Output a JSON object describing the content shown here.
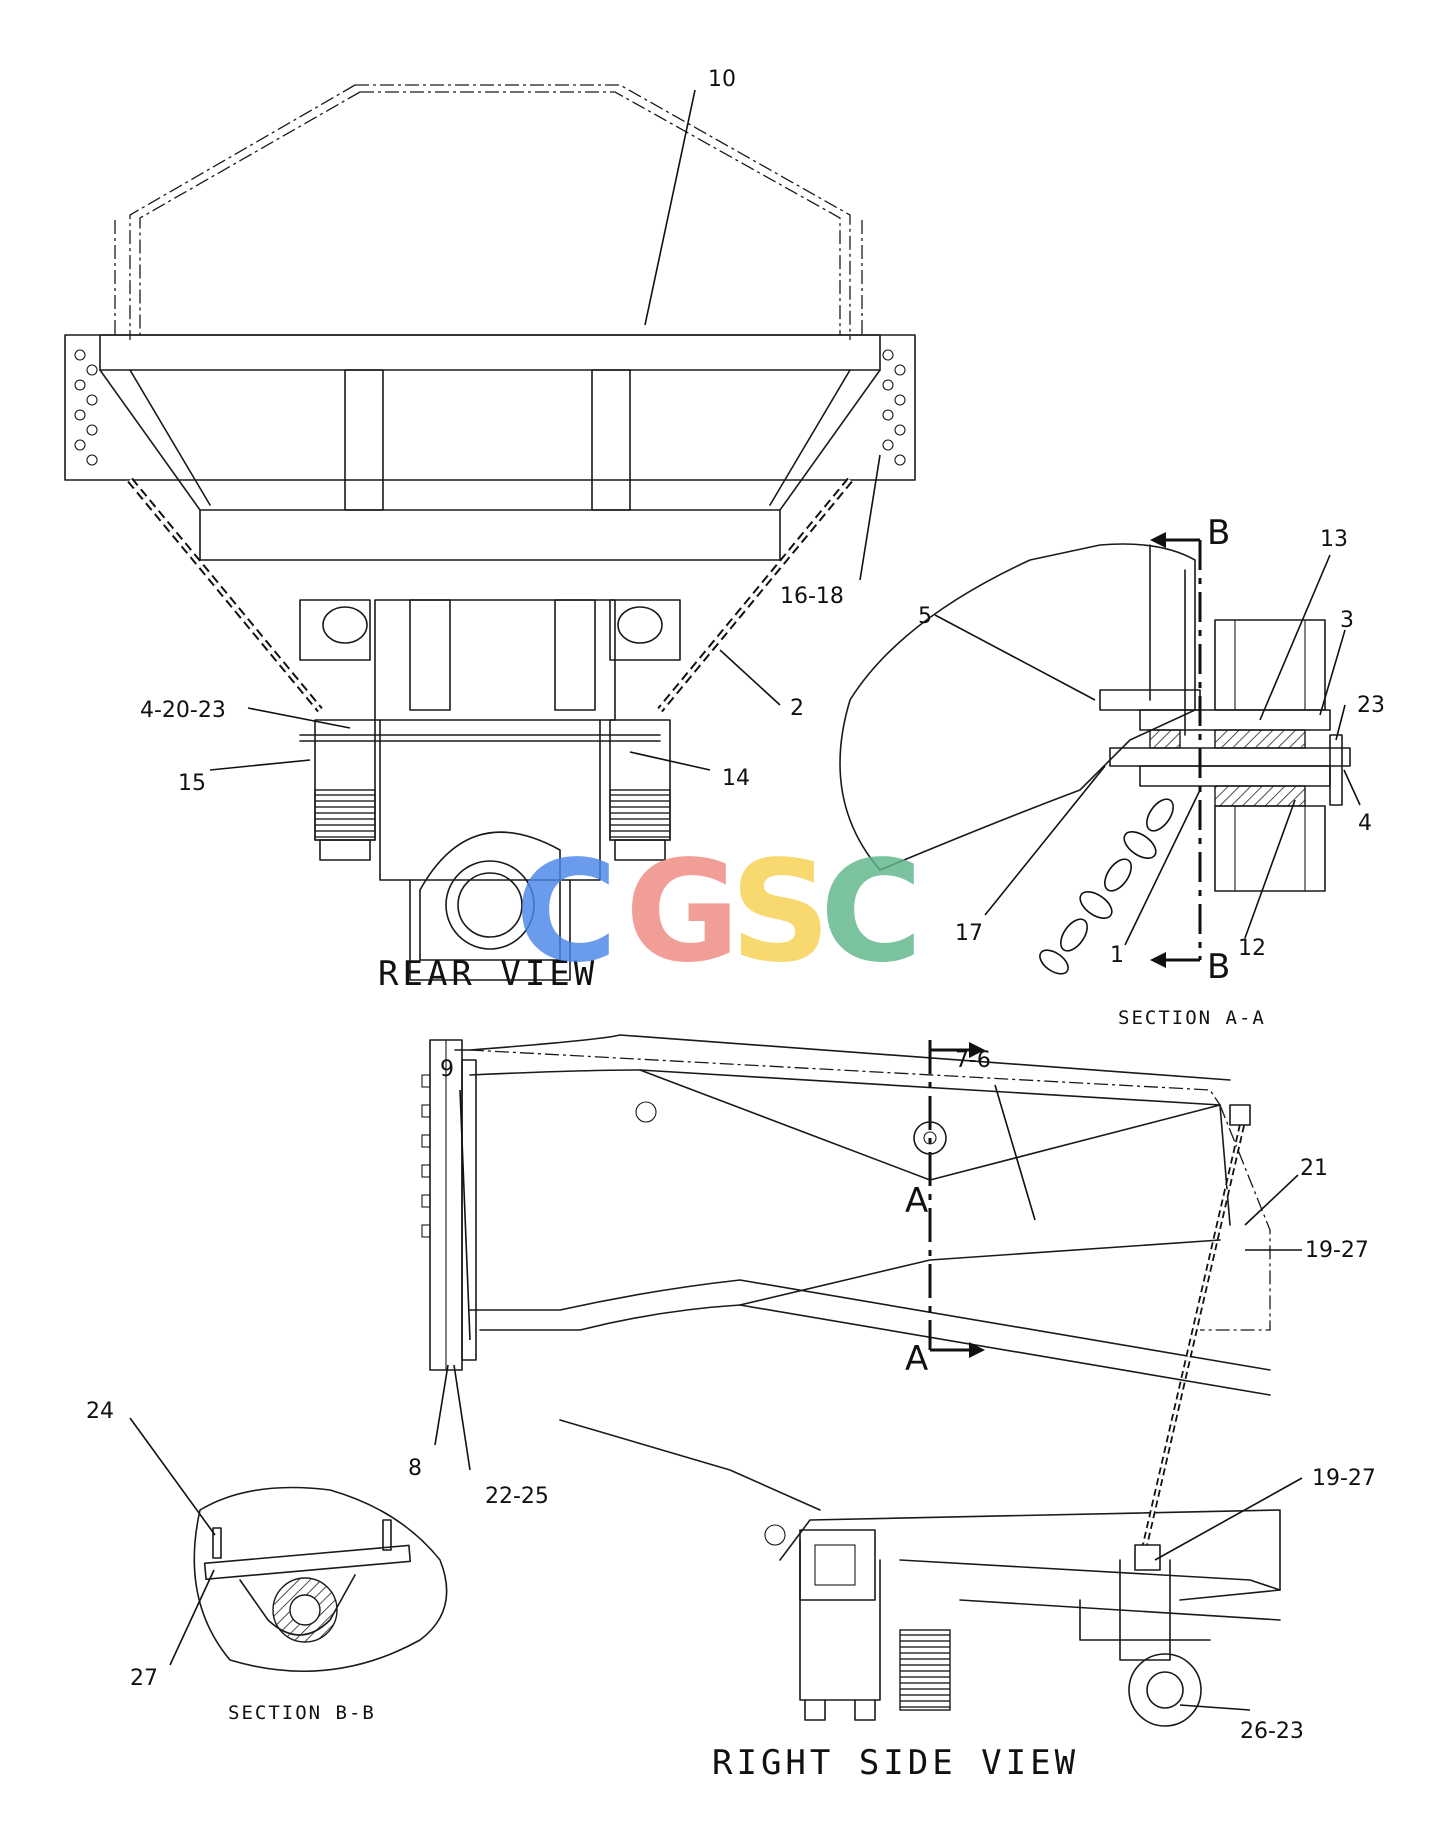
{
  "views": {
    "rear_title": "REAR VIEW",
    "section_aa_title": "SECTION A-A",
    "right_side_title": "RIGHT SIDE VIEW",
    "section_bb_title": "SECTION B-B"
  },
  "section_markers": {
    "b_top": "B",
    "b_bottom": "B",
    "a_top": "A",
    "a_bottom": "A"
  },
  "callouts": {
    "c10": "10",
    "c16_18": "16-18",
    "c2": "2",
    "c4_20_23": "4-20-23",
    "c15": "15",
    "c14": "14",
    "c5": "5",
    "c13": "13",
    "c3": "3",
    "c23": "23",
    "c4": "4",
    "c17": "17",
    "c1": "1",
    "c12": "12",
    "c9": "9",
    "c7_6": "7-6",
    "c21": "21",
    "c19_27_top": "19-27",
    "c8": "8",
    "c22_25": "22-25",
    "c19_27_bottom": "19-27",
    "c26_23": "26-23",
    "c24": "24",
    "c27": "27"
  },
  "watermark": {
    "letters": [
      "C",
      "G",
      "S",
      "C"
    ],
    "colors": [
      "#4a86e8",
      "#ef8a80",
      "#f6d150",
      "#5fb58a"
    ]
  }
}
